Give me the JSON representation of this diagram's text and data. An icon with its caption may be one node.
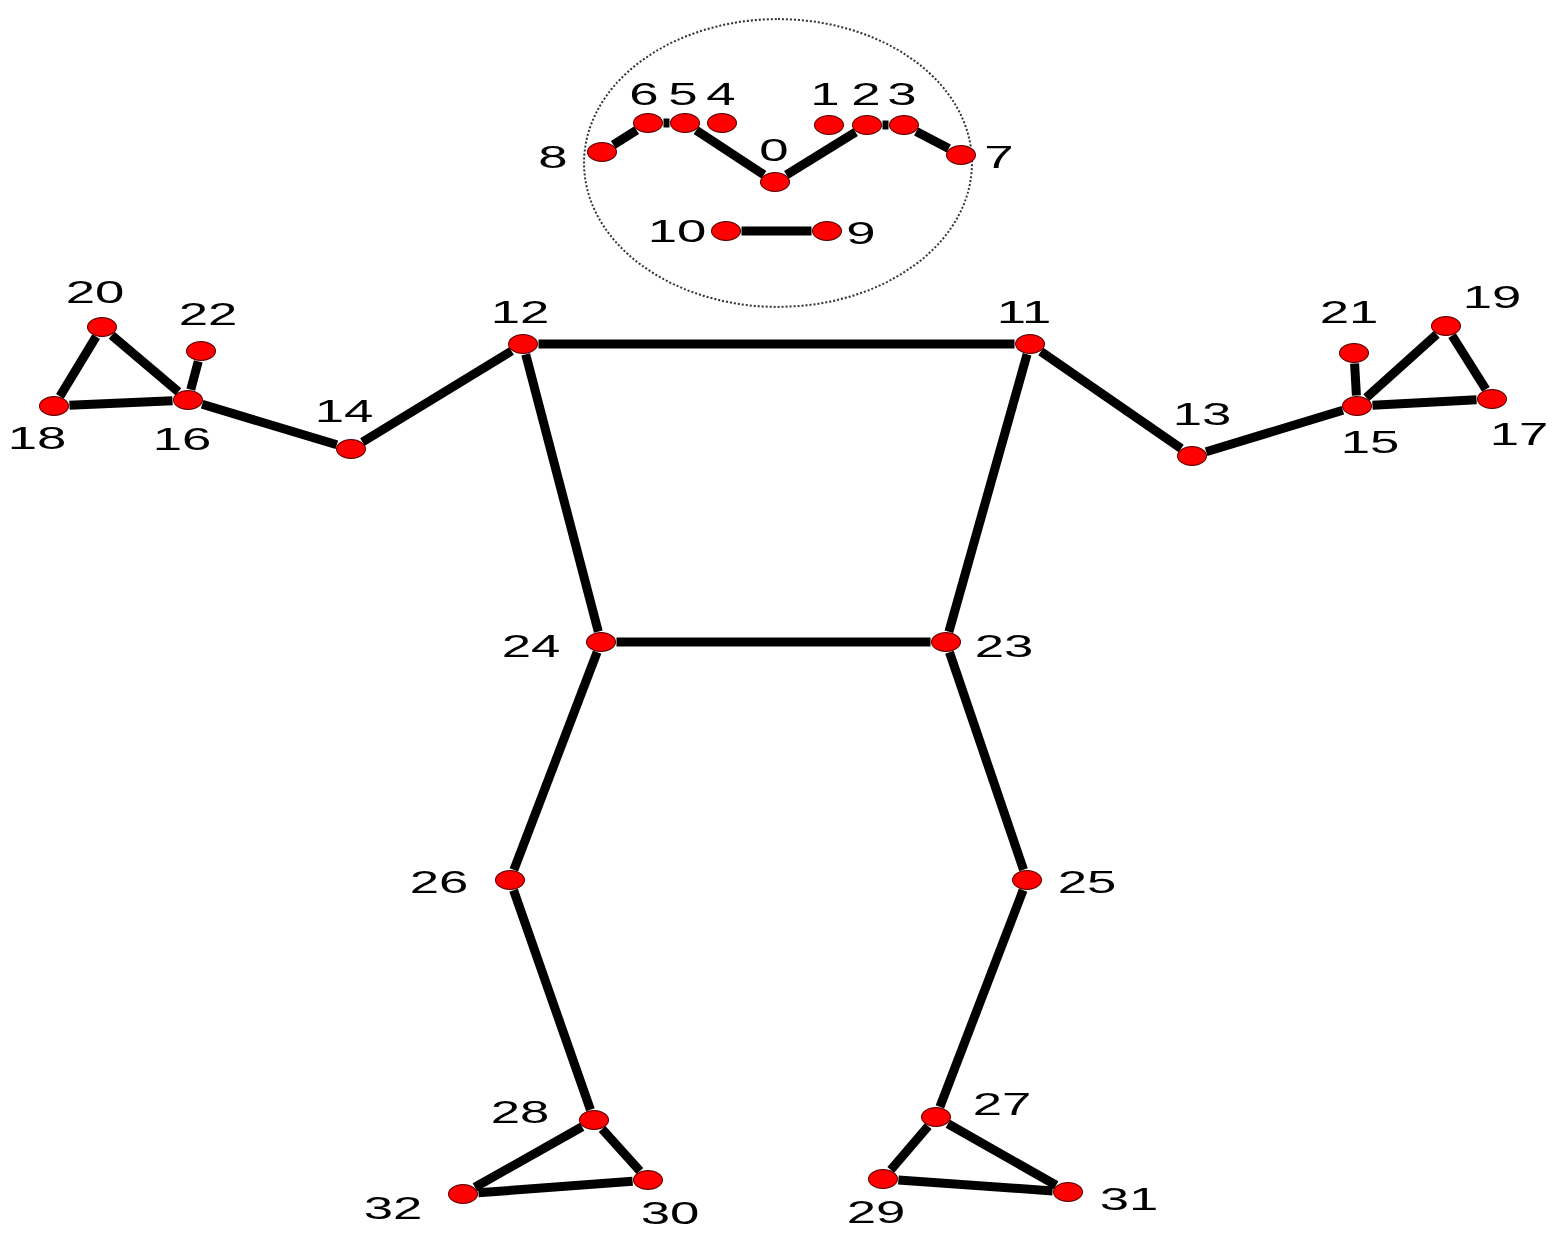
{
  "diagram": {
    "nodes": [
      {
        "text": [],
        "shape": "circle"
      },
      {
        "text": [],
        "shape": "circle",
        "beside": [
          "0"
        ],
        "in": 0
      },
      {
        "text": [],
        "shape": "circle",
        "beside": [
          "1"
        ],
        "in": 0
      },
      {
        "text": [],
        "shape": "circle",
        "beside": [
          "2"
        ],
        "in": 0
      },
      {
        "text": [],
        "shape": "circle",
        "beside": [
          "3"
        ],
        "in": 0
      },
      {
        "text": [],
        "shape": "circle",
        "beside": [
          "4"
        ],
        "in": 0
      },
      {
        "text": [],
        "shape": "circle",
        "beside": [
          "5"
        ],
        "in": 0
      },
      {
        "text": [],
        "shape": "circle",
        "beside": [
          "6"
        ],
        "in": 0
      },
      {
        "text": [],
        "shape": "circle",
        "beside": [
          "7"
        ],
        "in": 0
      },
      {
        "text": [],
        "shape": "circle",
        "beside": [
          "8"
        ],
        "in": 0
      },
      {
        "text": [],
        "shape": "circle",
        "beside": [
          "9"
        ],
        "in": 0
      },
      {
        "text": [],
        "shape": "circle",
        "beside": [
          "10"
        ],
        "in": 0
      },
      {
        "text": [],
        "shape": "circle",
        "beside": [
          "11"
        ]
      },
      {
        "text": [],
        "shape": "circle",
        "beside": [
          "12"
        ]
      },
      {
        "text": [],
        "shape": "circle",
        "beside": [
          "13"
        ]
      },
      {
        "text": [],
        "shape": "circle",
        "beside": [
          "14"
        ]
      },
      {
        "text": [],
        "shape": "circle",
        "beside": [
          "15"
        ]
      },
      {
        "text": [],
        "shape": "circle",
        "beside": [
          "16"
        ]
      },
      {
        "text": [],
        "shape": "circle",
        "beside": [
          "17"
        ]
      },
      {
        "text": [],
        "shape": "circle",
        "beside": [
          "18"
        ]
      },
      {
        "text": [],
        "shape": "circle",
        "beside": [
          "19"
        ]
      },
      {
        "text": [],
        "shape": "circle",
        "beside": [
          "20"
        ]
      },
      {
        "text": [],
        "shape": "circle",
        "beside": [
          "21"
        ]
      },
      {
        "text": [],
        "shape": "circle",
        "beside": [
          "22"
        ]
      },
      {
        "text": [],
        "shape": "circle",
        "beside": [
          "23"
        ]
      },
      {
        "text": [],
        "shape": "circle",
        "beside": [
          "24"
        ]
      },
      {
        "text": [],
        "shape": "circle",
        "beside": [
          "25"
        ]
      },
      {
        "text": [],
        "shape": "circle",
        "beside": [
          "26"
        ]
      },
      {
        "text": [],
        "shape": "circle",
        "beside": [
          "27"
        ]
      },
      {
        "text": [],
        "shape": "circle",
        "beside": [
          "28"
        ]
      },
      {
        "text": [],
        "shape": "circle",
        "beside": [
          "29"
        ]
      },
      {
        "text": [],
        "shape": "circle",
        "beside": [
          "30"
        ]
      },
      {
        "text": [],
        "shape": "circle",
        "beside": [
          "31"
        ]
      },
      {
        "text": [],
        "shape": "circle",
        "beside": [
          "32"
        ]
      }
    ],
    "edges": [
      {
        "from": 9,
        "to": 7,
        "arrow": "none"
      },
      {
        "from": 7,
        "to": 6,
        "arrow": "none"
      },
      {
        "from": 6,
        "to": 1,
        "arrow": "none"
      },
      {
        "from": 1,
        "to": 3,
        "arrow": "none"
      },
      {
        "from": 3,
        "to": 4,
        "arrow": "none"
      },
      {
        "from": 4,
        "to": 8,
        "arrow": "none"
      },
      {
        "from": 11,
        "to": 10,
        "arrow": "none"
      },
      {
        "from": 13,
        "to": 12,
        "arrow": "none"
      },
      {
        "from": 13,
        "to": 15,
        "arrow": "none"
      },
      {
        "from": 15,
        "to": 17,
        "arrow": "none"
      },
      {
        "from": 17,
        "to": 19,
        "arrow": "none"
      },
      {
        "from": 17,
        "to": 21,
        "arrow": "none"
      },
      {
        "from": 19,
        "to": 21,
        "arrow": "none"
      },
      {
        "from": 17,
        "to": 23,
        "arrow": "none"
      },
      {
        "from": 12,
        "to": 14,
        "arrow": "none"
      },
      {
        "from": 14,
        "to": 16,
        "arrow": "none"
      },
      {
        "from": 16,
        "to": 18,
        "arrow": "none"
      },
      {
        "from": 16,
        "to": 20,
        "arrow": "none"
      },
      {
        "from": 18,
        "to": 20,
        "arrow": "none"
      },
      {
        "from": 16,
        "to": 22,
        "arrow": "none"
      },
      {
        "from": 13,
        "to": 25,
        "arrow": "none"
      },
      {
        "from": 12,
        "to": 24,
        "arrow": "none"
      },
      {
        "from": 25,
        "to": 24,
        "arrow": "none"
      },
      {
        "from": 25,
        "to": 27,
        "arrow": "none"
      },
      {
        "from": 27,
        "to": 29,
        "arrow": "none"
      },
      {
        "from": 29,
        "to": 31,
        "arrow": "none"
      },
      {
        "from": 29,
        "to": 33,
        "arrow": "none"
      },
      {
        "from": 31,
        "to": 33,
        "arrow": "none"
      },
      {
        "from": 24,
        "to": 26,
        "arrow": "none"
      },
      {
        "from": 26,
        "to": 28,
        "arrow": "none"
      },
      {
        "from": 28,
        "to": 30,
        "arrow": "none"
      },
      {
        "from": 28,
        "to": 32,
        "arrow": "none"
      },
      {
        "from": 30,
        "to": 32,
        "arrow": "none"
      }
    ]
  }
}
